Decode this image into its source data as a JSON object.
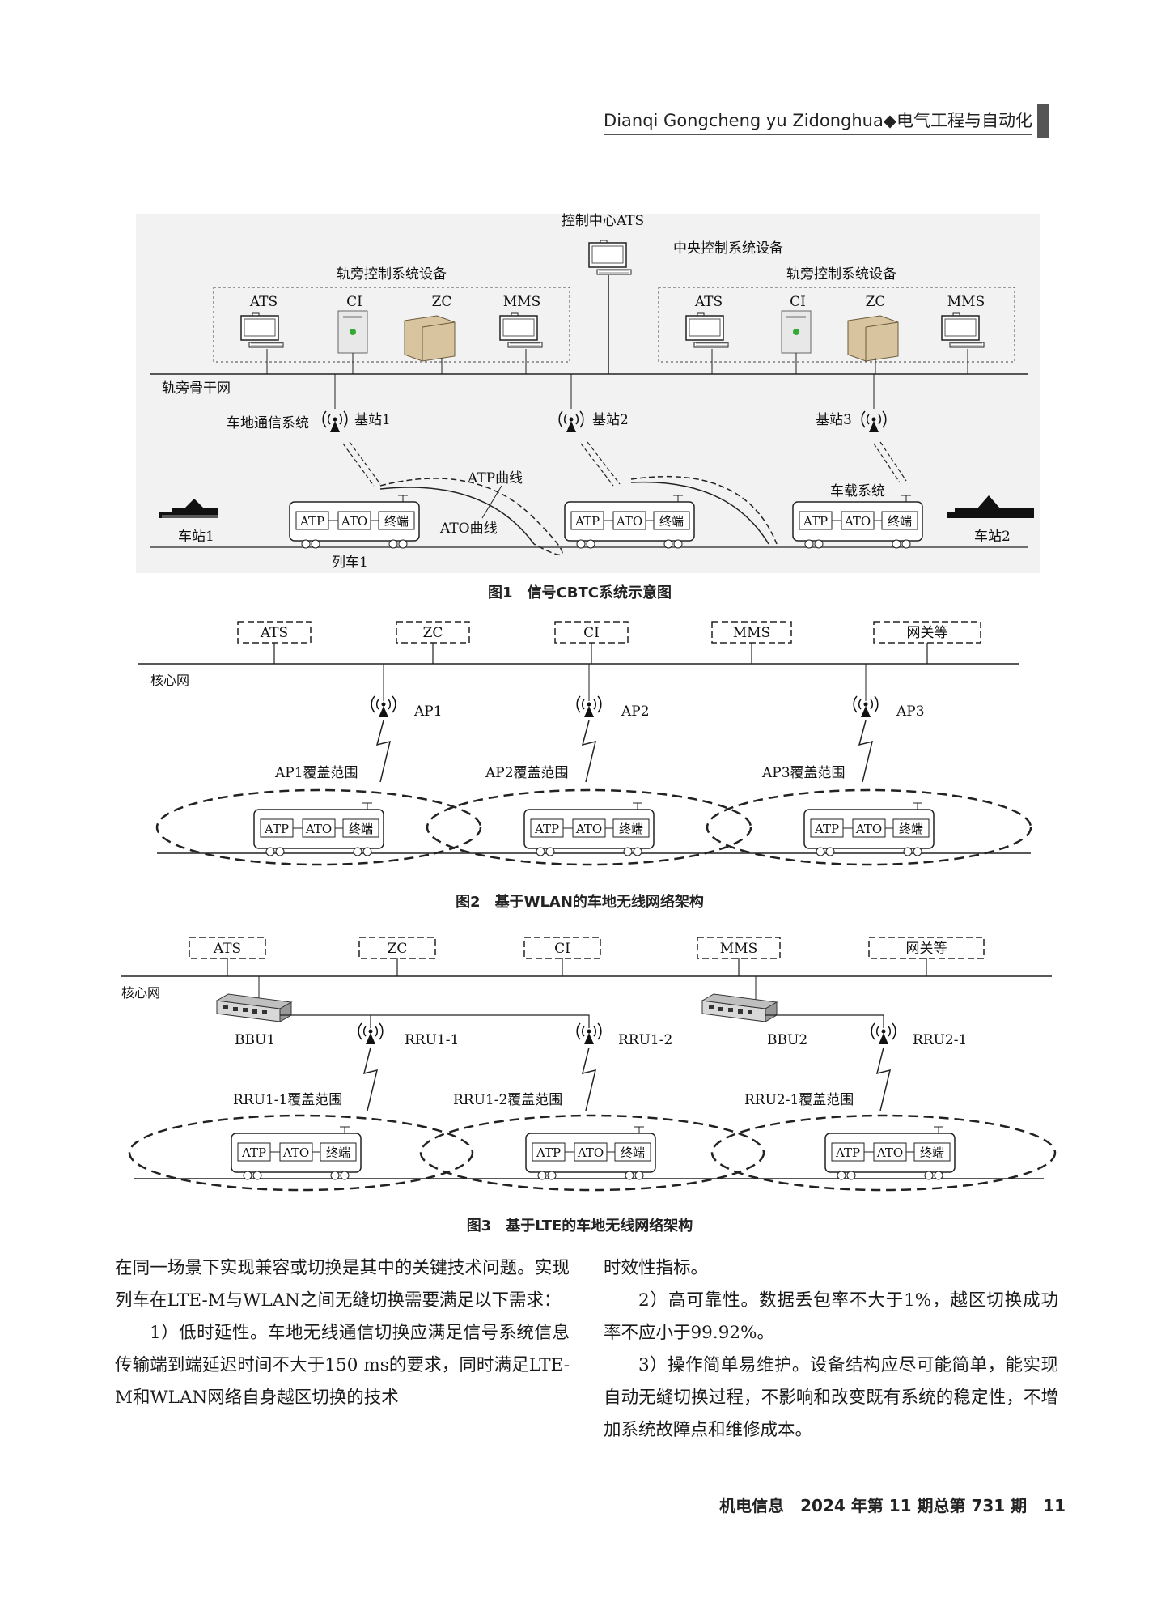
{
  "header": {
    "text": "Dianqi Gongcheng yu Zidonghua◆电气工程与自动化"
  },
  "fig1": {
    "caption_num": "图1",
    "caption_title": "信号CBTC系统示意图",
    "control_center": "控制中心ATS",
    "central_equipment": "中央控制系统设备",
    "wayside_left": "轨旁控制系统设备",
    "wayside_right": "轨旁控制系统设备",
    "devices": [
      "ATS",
      "CI",
      "ZC",
      "MMS"
    ],
    "backbone": "轨旁骨干网",
    "comm_system": "车地通信系统",
    "stations": [
      "基站1",
      "基站2",
      "基站3"
    ],
    "atp_curve": "ATP曲线",
    "ato_curve": "ATO曲线",
    "onboard": "车载系统",
    "depot1": "车站1",
    "depot2": "车站2",
    "train1": "列车1"
  },
  "train": {
    "atp": "ATP",
    "ato": "ATO",
    "terminal": "终端"
  },
  "fig2": {
    "caption_num": "图2",
    "caption_title": "基于WLAN的车地无线网络架构",
    "boxes": [
      "ATS",
      "ZC",
      "CI",
      "MMS",
      "网关等"
    ],
    "core": "核心网",
    "aps": [
      "AP1",
      "AP2",
      "AP3"
    ],
    "coverage": [
      "AP1覆盖范围",
      "AP2覆盖范围",
      "AP3覆盖范围"
    ]
  },
  "fig3": {
    "caption_num": "图3",
    "caption_title": "基于LTE的车地无线网络架构",
    "boxes": [
      "ATS",
      "ZC",
      "CI",
      "MMS",
      "网关等"
    ],
    "core": "核心网",
    "bbus": [
      "BBU1",
      "BBU2"
    ],
    "rrus": [
      "RRU1-1",
      "RRU1-2",
      "RRU2-1"
    ],
    "coverage": [
      "RRU1-1覆盖范围",
      "RRU1-2覆盖范围",
      "RRU2-1覆盖范围"
    ]
  },
  "body": {
    "left": [
      "在同一场景下实现兼容或切换是其中的关键技术问题。实现列车在LTE-M与WLAN之间无缝切换需要满足以下需求：",
      "1）低时延性。车地无线通信切换应满足信号系统信息传输端到端延迟时间不大于150 ms的要求，同时满足LTE-M和WLAN网络自身越区切换的技术"
    ],
    "right": [
      "时效性指标。",
      "2）高可靠性。数据丢包率不大于1%，越区切换成功率不应小于99.92%。",
      "3）操作简单易维护。设备结构应尽可能简单，能实现自动无缝切换过程，不影响和改变既有系统的稳定性，不增加系统故障点和维修成本。"
    ]
  },
  "footer": {
    "text": "机电信息　2024 年第 11 期总第 731 期　11"
  }
}
